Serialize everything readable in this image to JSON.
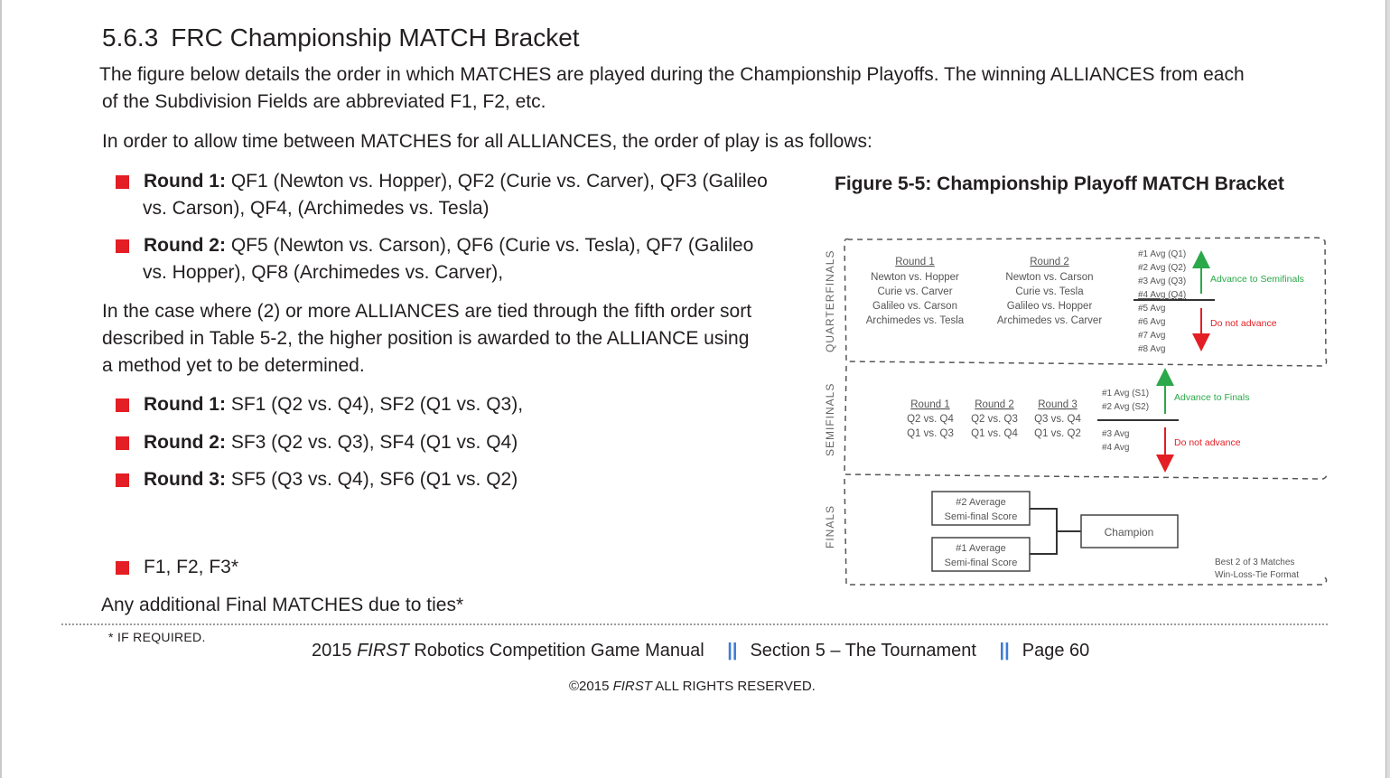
{
  "heading": {
    "number": "5.6.3",
    "text": "FRC Championship MATCH Bracket"
  },
  "intro": {
    "line1": "The figure below details the order in which MATCHES are played during the Championship Playoffs. The winning ALLIANCES from each",
    "line2": "of the Subdivision Fields are abbreviated F1, F2, etc."
  },
  "order_intro": "In order to allow time between MATCHES for all ALLIANCES, the order of play is as follows:",
  "qf_rounds": [
    {
      "label": "Round 1:",
      "text": "QF1 (Newton vs. Hopper), QF2 (Curie vs. Carver), QF3 (Galileo",
      "text2": "vs. Carson), QF4, (Archimedes vs. Tesla)"
    },
    {
      "label": "Round 2:",
      "text": "QF5 (Newton vs. Carson), QF6 (Curie vs. Tesla), QF7 (Galileo",
      "text2": "vs. Hopper), QF8 (Archimedes vs. Carver),"
    }
  ],
  "tie_text": {
    "line1": "In the case where (2) or more ALLIANCES are tied through the fifth order sort",
    "line2": "described in Table 5-2, the higher position is awarded to the ALLIANCE using",
    "line3": "a method yet to be determined."
  },
  "sf_rounds": [
    {
      "label": "Round 1:",
      "text": "SF1 (Q2 vs. Q4), SF2 (Q1 vs. Q3),"
    },
    {
      "label": "Round 2:",
      "text": "SF3 (Q2 vs. Q3), SF4 (Q1 vs. Q4)"
    },
    {
      "label": "Round 3:",
      "text": "SF5 (Q3 vs. Q4), SF6 (Q1 vs. Q2)"
    }
  ],
  "finals_item": "F1, F2, F3*",
  "additional_text": "Any additional Final MATCHES due to ties*",
  "figure": {
    "caption": "Figure 5-5: Championship Playoff MATCH Bracket",
    "sections": {
      "quarterfinals": "QUARTERFINALS",
      "semifinals": "SEMIFINALS",
      "finals": "FINALS"
    },
    "qf": {
      "round1_title": "Round 1",
      "round1_matches": [
        "Newton vs. Hopper",
        "Curie vs. Carver",
        "Galileo vs. Carson",
        "Archimedes vs. Tesla"
      ],
      "round2_title": "Round 2",
      "round2_matches": [
        "Newton vs. Carson",
        "Curie vs. Tesla",
        "Galileo vs. Hopper",
        "Archimedes vs. Carver"
      ],
      "rank_list": [
        "#1 Avg (Q1)",
        "#2 Avg (Q2)",
        "#3 Avg (Q3)",
        "#4 Avg (Q4)",
        "#5 Avg",
        "#6 Avg",
        "#7 Avg",
        "#8 Avg"
      ],
      "advance_label": "Advance to Semifinals",
      "no_advance_label": "Do not advance"
    },
    "sf": {
      "rounds": [
        {
          "title": "Round 1",
          "matches": [
            "Q2 vs. Q4",
            "Q1 vs. Q3"
          ]
        },
        {
          "title": "Round 2",
          "matches": [
            "Q2 vs. Q3",
            "Q1 vs. Q4"
          ]
        },
        {
          "title": "Round 3",
          "matches": [
            "Q3 vs. Q4",
            "Q1 vs. Q2"
          ]
        }
      ],
      "rank_list": [
        "#1 Avg (S1)",
        "#2 Avg (S2)",
        "#3 Avg",
        "#4 Avg"
      ],
      "advance_label": "Advance to Finals",
      "no_advance_label": "Do not advance"
    },
    "finals": {
      "seed2_line1": "#2 Average",
      "seed2_line2": "Semi-final Score",
      "seed1_line1": "#1 Average",
      "seed1_line2": "Semi-final Score",
      "champion": "Champion",
      "format_line1": "Best 2 of 3 Matches",
      "format_line2": "Win-Loss-Tie Format"
    },
    "colors": {
      "advance": "#2ba84a",
      "no_advance": "#e31e24"
    }
  },
  "footnote": "* IF REQUIRED.",
  "footer": {
    "year": "2015",
    "first": "FIRST",
    "manual": "Robotics Competition Game Manual",
    "separator": "||",
    "section": "Section 5 – The Tournament",
    "page": "Page 60"
  },
  "copyright": {
    "prefix": "©2015",
    "first": "FIRST",
    "suffix": "ALL RIGHTS RESERVED."
  },
  "colors": {
    "bullet": "#e31e24",
    "separator": "#3d7bd6",
    "text": "#231f20"
  }
}
